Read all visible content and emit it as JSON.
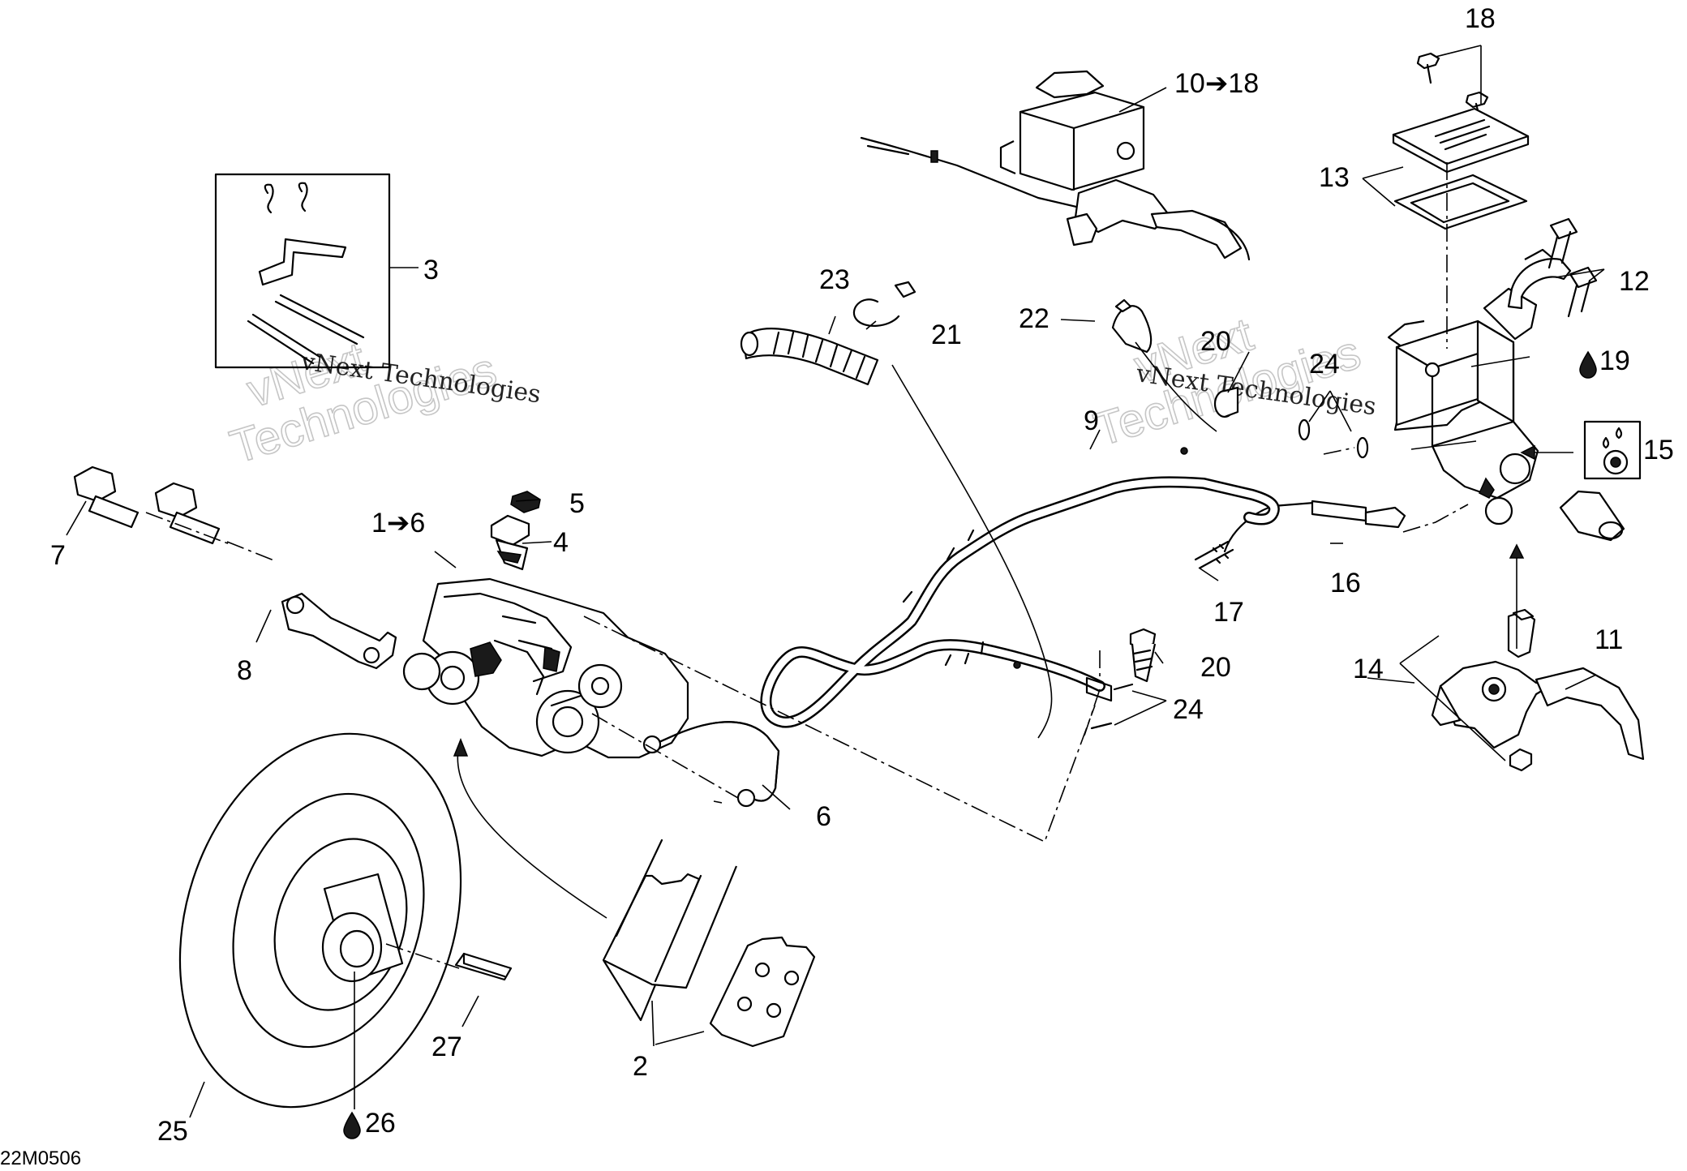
{
  "diagram": {
    "drawing_code": "22M0506",
    "watermarks": [
      {
        "line": "vNext Technologies",
        "outline_1": "vNext",
        "outline_2": "Technologies"
      },
      {
        "line": "vNext Technologies",
        "outline_1": "vNext",
        "outline_2": "Technologies"
      }
    ],
    "callouts": {
      "c1_6": "1➔6",
      "c2": "2",
      "c3": "3",
      "c4": "4",
      "c5": "5",
      "c6": "6",
      "c7": "7",
      "c8": "8",
      "c9": "9",
      "c10_18": "10➔18",
      "c11": "11",
      "c12": "12",
      "c13": "13",
      "c14": "14",
      "c15": "15",
      "c16": "16",
      "c17": "17",
      "c18": "18",
      "c19": "19",
      "c20a": "20",
      "c20b": "20",
      "c21": "21",
      "c22": "22",
      "c23": "23",
      "c24a": "24",
      "c24b": "24",
      "c25": "25",
      "c26": "26",
      "c27": "27"
    },
    "icons": {
      "fluid": "oil-drop-icon",
      "cover": "protective-cap-icon"
    }
  }
}
